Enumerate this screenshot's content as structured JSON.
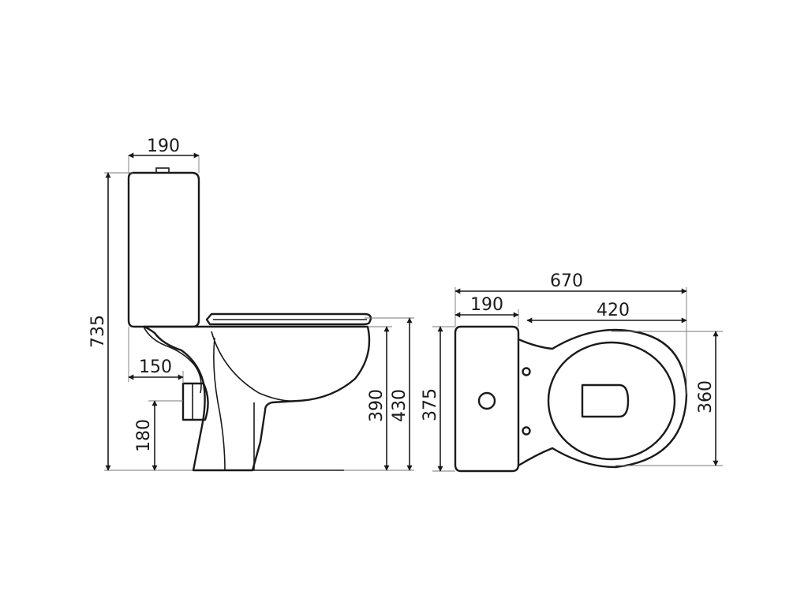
{
  "dimensions": {
    "tank_depth_side": "190",
    "overall_height": "735",
    "outlet_setback": "150",
    "outlet_height": "180",
    "seat_height": "390",
    "rim_height": "430",
    "overall_length": "670",
    "tank_depth_top": "190",
    "bowl_length": "420",
    "tank_width": "375",
    "bowl_width": "360"
  },
  "colors": {
    "line": "#1a1a1a",
    "extension": "#777777",
    "background": "#ffffff"
  }
}
